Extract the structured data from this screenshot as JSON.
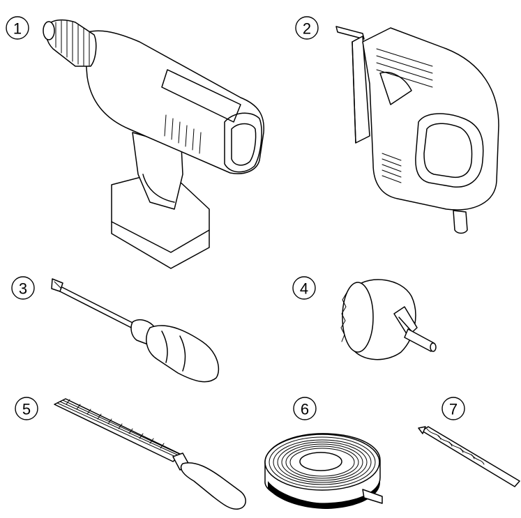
{
  "callouts": {
    "drill": "1",
    "jigsaw": "2",
    "screwdriver": "3",
    "hole_saw": "4",
    "file": "5",
    "tape": "6",
    "drill_bit": "7"
  },
  "colors": {
    "line": "#000000",
    "background": "#ffffff"
  }
}
